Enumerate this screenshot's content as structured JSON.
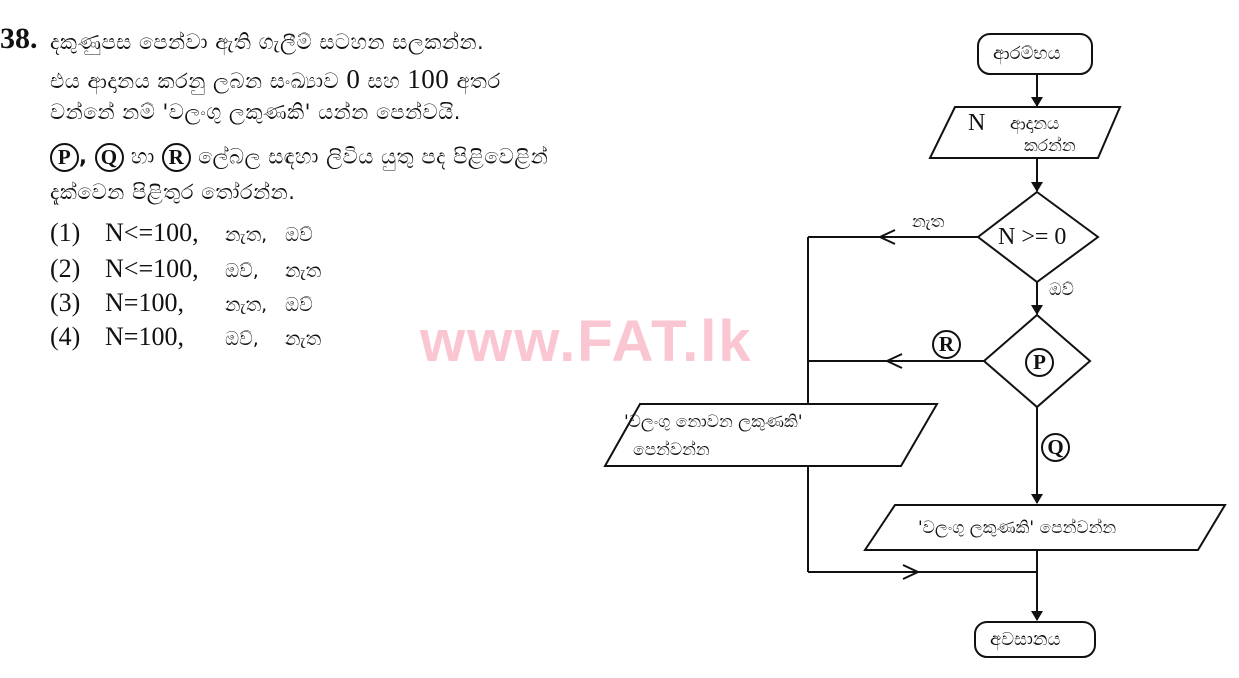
{
  "question": {
    "number": "38.",
    "lines": [
      "දකුණුපස පෙන්වා ඇති ගැලීම් සටහන සලකන්න.",
      {
        "pre": "එය ආදානය කරනු ලබන සංඛ්‍යාව ",
        "n1": "0",
        "mid": " සහ ",
        "n2": "100",
        "post": " අතර"
      },
      "වන්නේ නම් 'වලංගු ලකුණකි' යන්න පෙන්වයි.",
      {
        "p": "P",
        "sep1": ",",
        "q": "Q",
        "ha": "හා",
        "r": "R",
        "post": "ලේබල සඳහා ලිවිය යුතු පද පිළිවෙළින්"
      },
      "දැක්වෙන පිළිතුර තෝරන්න."
    ],
    "options": [
      {
        "label": "(1)",
        "cond": "N<=100,",
        "a": "නැත,",
        "b": "ඔව්"
      },
      {
        "label": "(2)",
        "cond": "N<=100,",
        "a": "ඔව්,",
        "b": "නැත"
      },
      {
        "label": "(3)",
        "cond": "N=100,",
        "a": "නැත,",
        "b": "ඔව්"
      },
      {
        "label": "(4)",
        "cond": "N=100,",
        "a": "ඔව්,",
        "b": "නැත"
      }
    ]
  },
  "watermark": "www.FAT.lk",
  "flowchart": {
    "start": "ආරම්භය",
    "input_n": "N",
    "input_l1": "ආදානය",
    "input_l2": "කරන්න",
    "decision1": "N >= 0",
    "decision1_no": "නැත",
    "decision1_yes": "ඔව්",
    "decision2": "P",
    "label_r": "R",
    "label_q": "Q",
    "invalid_l1": "'වලංගු නොවන ලකුණකි'",
    "invalid_l2": "පෙන්වන්න",
    "valid": "'වලංගු ලකුණකි' පෙන්වන්න",
    "end": "අවසානය"
  }
}
